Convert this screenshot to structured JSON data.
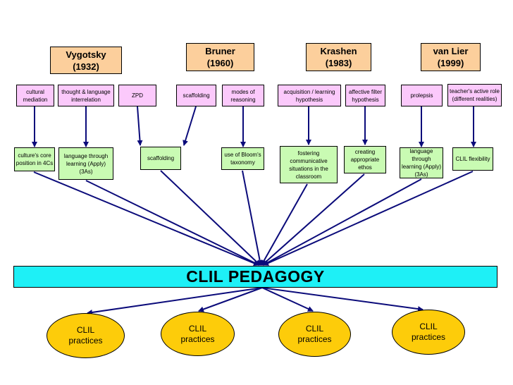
{
  "theorists": [
    {
      "name": "Vygotsky",
      "year": "(1932)"
    },
    {
      "name": "Bruner",
      "year": "(1960)"
    },
    {
      "name": "Krashen",
      "year": "(1983)"
    },
    {
      "name": "van Lier",
      "year": "(1999)"
    }
  ],
  "concepts": [
    "cultural\nmediation",
    "thought & language\ninterrelation",
    "ZPD",
    "scaffolding",
    "modes of\nreasoning",
    "acquisition / learning\nhypothesis",
    "affective filter\nhypothesis",
    "prolepsis",
    "teacher's active role\n(different realities)"
  ],
  "practices": [
    "culture's core\nposition in 4Cs",
    "language through\nlearning (Apply)\n(3As)",
    "scaffolding",
    "use of Bloom's\ntaxonomy",
    "fostering\ncommunicative\nsituations in the\nclassroom",
    "creating\nappropriate\nethos",
    "language through\nlearning (Apply)\n(3As)",
    "CLIL flexibility"
  ],
  "main_label": "CLIL PEDAGOGY",
  "outcomes": [
    "CLIL\npractices",
    "CLIL\npractices",
    "CLIL\npractices",
    "CLIL\npractices"
  ],
  "colors": {
    "theorist_fill": "#fccf9c",
    "concept_fill": "#fbc9fb",
    "practice_fill": "#c9fbb3",
    "main_fill": "#1ef0f6",
    "outcome_fill": "#fdcc0a",
    "line": "#0b0b7a"
  }
}
